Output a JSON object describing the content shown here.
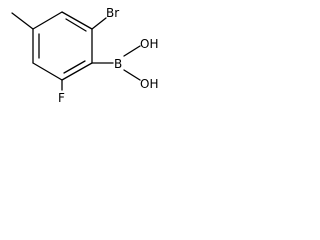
{
  "structure": {
    "atoms": {
      "methyl": "",
      "bromo": "Br",
      "fluoro": "F",
      "boron": "B",
      "hydroxyl_top": "OH",
      "hydroxyl_bottom": "OH"
    }
  }
}
